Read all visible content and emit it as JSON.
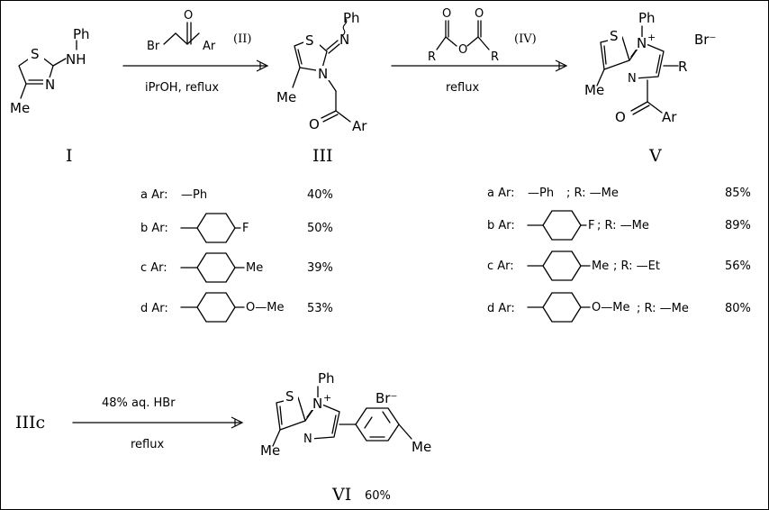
{
  "compounds": {
    "I": {
      "label": "I",
      "atoms": {
        "S": "S",
        "N": "N",
        "NH": "NH",
        "Ph": "Ph",
        "Me": "Me"
      }
    },
    "III": {
      "label": "III",
      "atoms": {
        "S": "S",
        "N_ring": "N",
        "N_exo": "N",
        "Ph": "Ph",
        "Me": "Me",
        "Ar": "Ar"
      }
    },
    "V": {
      "label": "V",
      "atoms": {
        "S": "S",
        "N_plus": "N",
        "plus": "+",
        "N_bridge": "N",
        "Ph": "Ph",
        "Me": "Me",
        "R": "R",
        "Ar": "Ar",
        "counterion": "Br⁻"
      }
    },
    "IIIc": {
      "label": "IIIc"
    },
    "VI": {
      "label": "VI",
      "yield": "60%",
      "atoms": {
        "S": "S",
        "N_plus": "N",
        "plus": "+",
        "N_bridge": "N",
        "Ph": "Ph",
        "Me": "Me",
        "Me_tol": "Me",
        "counterion": "Br⁻"
      }
    }
  },
  "reactions": {
    "step1": {
      "reagent_label": "(II)",
      "reagent_atoms": {
        "Br": "Br",
        "O": "O",
        "Ar": "Ar"
      },
      "conditions": "iPrOH,  reflux"
    },
    "step2": {
      "reagent_label": "(IV)",
      "reagent_atoms": {
        "O1": "O",
        "O2": "O",
        "O3": "O",
        "R1": "R",
        "R2": "R"
      },
      "conditions": "reflux"
    },
    "step3": {
      "reagent": "48% aq. HBr",
      "conditions": "reflux"
    }
  },
  "table_III": [
    {
      "key": "a Ar:",
      "sub": "—Ph",
      "yield": "40%"
    },
    {
      "key": "b Ar:",
      "sub": "F",
      "yield": "50%"
    },
    {
      "key": "c Ar:",
      "sub": "Me",
      "yield": "39%"
    },
    {
      "key": "d Ar:",
      "sub": "O—Me",
      "yield": "53%"
    }
  ],
  "table_V": [
    {
      "key": "a Ar:",
      "sub": "—Ph",
      "r": "; R: —Me",
      "yield": "85%"
    },
    {
      "key": "b Ar:",
      "sub": "F",
      "r": "; R: —Me",
      "yield": "89%"
    },
    {
      "key": "c Ar:",
      "sub": "Me",
      "r": "; R: —Et",
      "yield": "56%"
    },
    {
      "key": "d Ar:",
      "sub": "O—Me",
      "r": "; R: —Me",
      "yield": "80%"
    }
  ]
}
